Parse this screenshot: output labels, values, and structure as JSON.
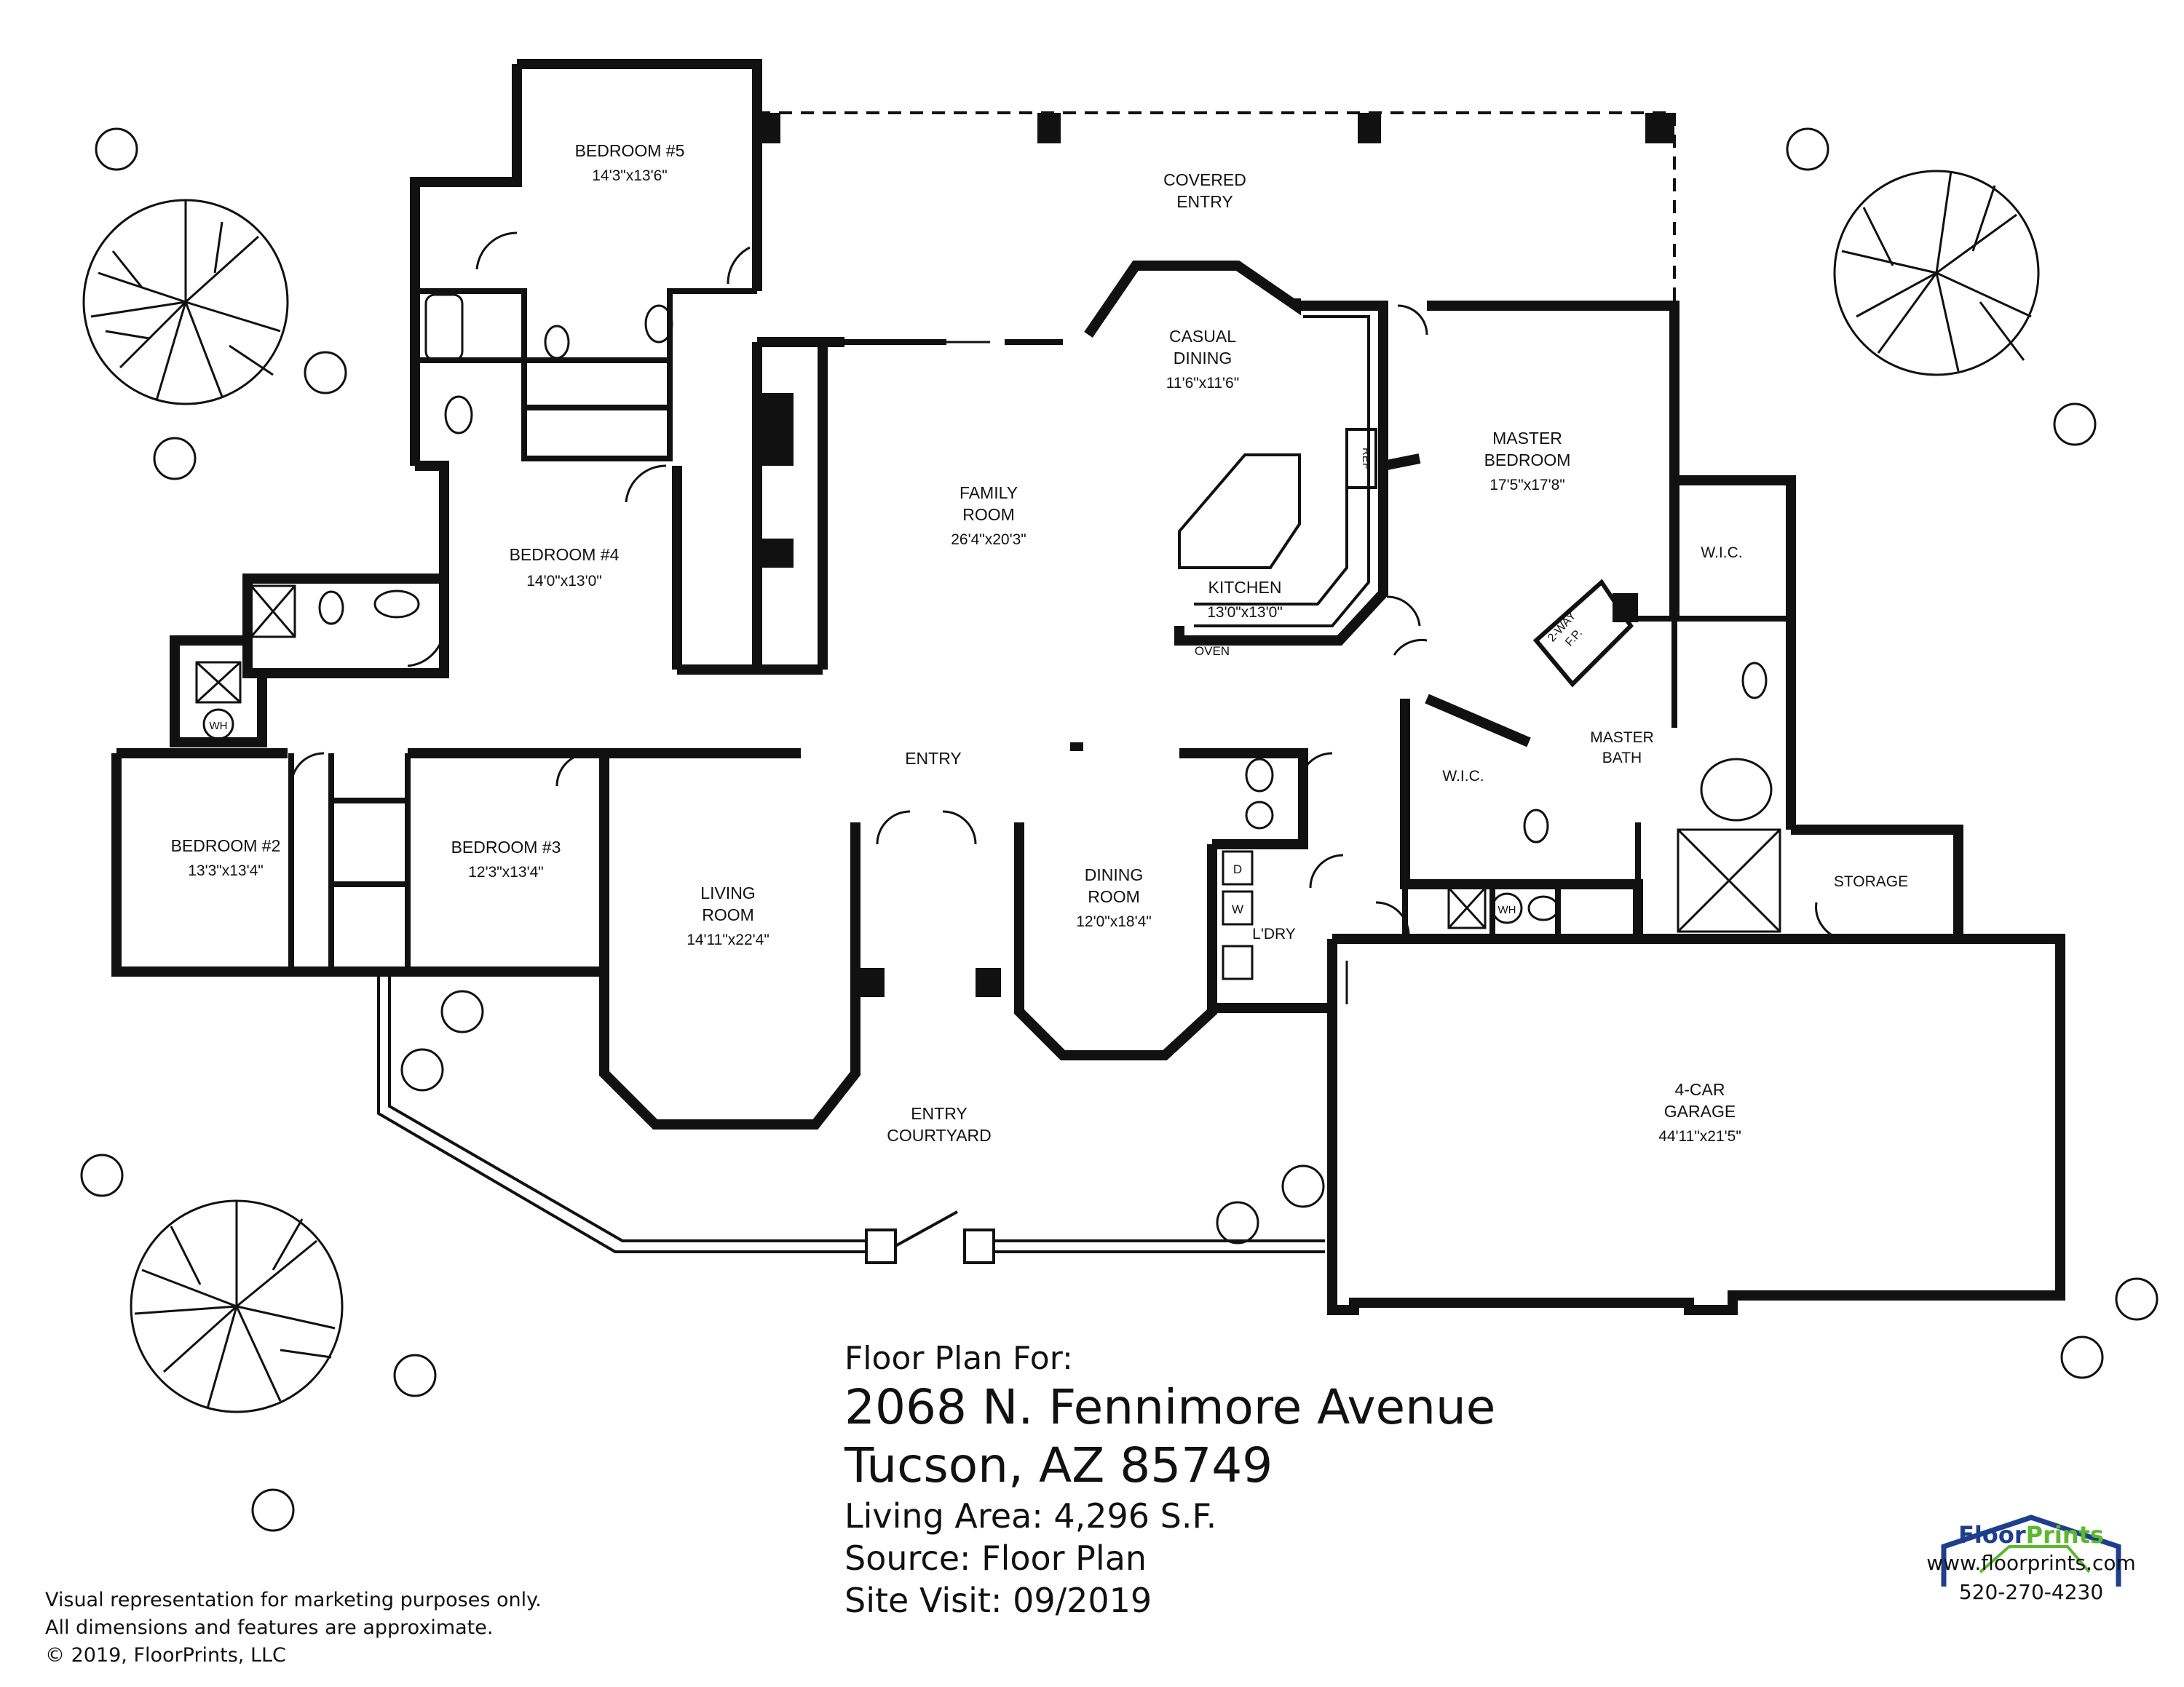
{
  "rooms": {
    "bedroom5": {
      "name": "BEDROOM #5",
      "dims": "14'3\"x13'6\""
    },
    "covered_entry": {
      "line1": "COVERED",
      "line2": "ENTRY"
    },
    "casual_dining": {
      "line1": "CASUAL",
      "line2": "DINING",
      "dims": "11'6\"x11'6\""
    },
    "family_room": {
      "line1": "FAMILY",
      "line2": "ROOM",
      "dims": "26'4\"x20'3\""
    },
    "kitchen": {
      "name": "KITCHEN",
      "dims": "13'0\"x13'0\""
    },
    "master_bedroom": {
      "line1": "MASTER",
      "line2": "BEDROOM",
      "dims": "17'5\"x17'8\""
    },
    "bedroom4": {
      "name": "BEDROOM #4",
      "dims": "14'0\"x13'0\""
    },
    "bedroom2": {
      "name": "BEDROOM #2",
      "dims": "13'3\"x13'4\""
    },
    "bedroom3": {
      "name": "BEDROOM #3",
      "dims": "12'3\"x13'4\""
    },
    "entry": {
      "name": "ENTRY"
    },
    "living_room": {
      "line1": "LIVING",
      "line2": "ROOM",
      "dims": "14'11\"x22'4\""
    },
    "dining_room": {
      "line1": "DINING",
      "line2": "ROOM",
      "dims": "12'0\"x18'4\""
    },
    "laundry": {
      "name": "L'DRY"
    },
    "master_bath": {
      "line1": "MASTER",
      "line2": "BATH"
    },
    "wic_master": {
      "name": "W.I.C."
    },
    "wic_bath": {
      "name": "W.I.C."
    },
    "storage": {
      "name": "STORAGE"
    },
    "garage": {
      "line1": "4-CAR",
      "line2": "GARAGE",
      "dims": "44'11\"x21'5\""
    },
    "entry_courtyard": {
      "line1": "ENTRY",
      "line2": "COURTYARD"
    },
    "fireplace": {
      "line1": "2-WAY",
      "line2": "F.P."
    }
  },
  "fixtures": {
    "wh": "WH",
    "ref": "REF",
    "oven": "OVEN",
    "dryer": "D",
    "washer": "W"
  },
  "info": {
    "header": "Floor Plan For:",
    "address1": "2068 N. Fennimore Avenue",
    "address2": "Tucson, AZ 85749",
    "living_area": "Living Area:  4,296 S.F.",
    "source": "Source:  Floor Plan",
    "site_visit": "Site Visit:  09/2019"
  },
  "disclaimer": {
    "line1": "Visual representation for marketing purposes only.",
    "line2": "All dimensions and features are approximate.",
    "line3": "© 2019, FloorPrints, LLC"
  },
  "brand": {
    "name_part1": "Floor",
    "name_part2": "Prints",
    "website": "www.floorprints.com",
    "phone": "520-270-4230",
    "colors": {
      "blue": "#1f3f8c",
      "green": "#5cb82f"
    }
  }
}
